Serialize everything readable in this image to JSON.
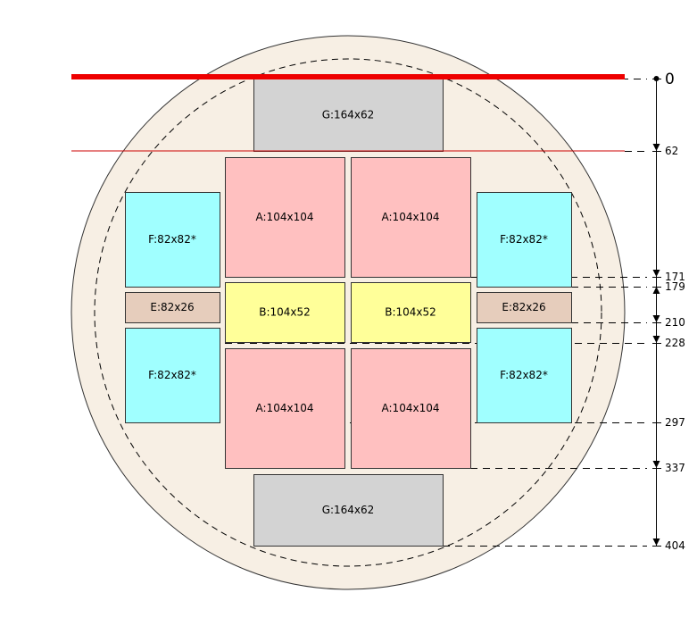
{
  "colors": {
    "wafer_fill": "#f7efe4",
    "wafer_stroke": "#333333",
    "A": "#ffc0c0",
    "B": "#ffff99",
    "E": "#e6cdbc",
    "F": "#a0ffff",
    "G": "#d3d3d3",
    "cut_line": "#ee0000"
  },
  "dies": [
    {
      "id": "G-top",
      "type": "G",
      "label": "G:164x62"
    },
    {
      "id": "A-top-left",
      "type": "A",
      "label": "A:104x104"
    },
    {
      "id": "A-top-right",
      "type": "A",
      "label": "A:104x104"
    },
    {
      "id": "F-left-top",
      "type": "F",
      "label": "F:82x82*"
    },
    {
      "id": "F-right-top",
      "type": "F",
      "label": "F:82x82*"
    },
    {
      "id": "E-left",
      "type": "E",
      "label": "E:82x26"
    },
    {
      "id": "B-left",
      "type": "B",
      "label": "B:104x52"
    },
    {
      "id": "B-right",
      "type": "B",
      "label": "B:104x52"
    },
    {
      "id": "E-right",
      "type": "E",
      "label": "E:82x26"
    },
    {
      "id": "F-left-bottom",
      "type": "F",
      "label": "F:82x82*"
    },
    {
      "id": "F-right-bottom",
      "type": "F",
      "label": "F:82x82*"
    },
    {
      "id": "A-bottom-left",
      "type": "A",
      "label": "A:104x104"
    },
    {
      "id": "A-bottom-right",
      "type": "A",
      "label": "A:104x104"
    },
    {
      "id": "G-bottom",
      "type": "G",
      "label": "G:164x62"
    }
  ],
  "axis": {
    "ticks": [
      "0",
      "62",
      "171",
      "179",
      "210",
      "228",
      "297",
      "337",
      "404"
    ]
  }
}
